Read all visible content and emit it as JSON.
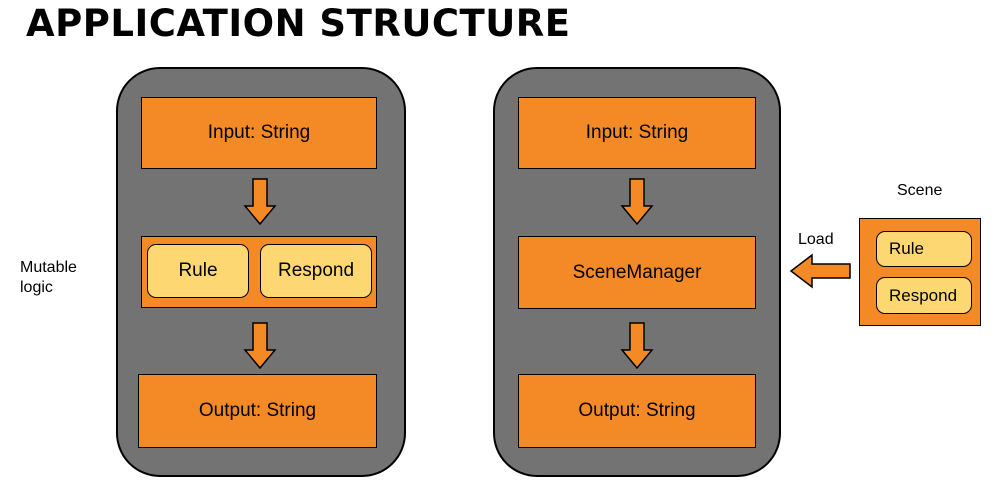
{
  "title": "APPLICATION STRUCTURE",
  "colors": {
    "panel": "#737373",
    "box": "#f48a26",
    "inner_box": "#fdd772",
    "outline": "#000000"
  },
  "left_panel": {
    "input_label": "Input: String",
    "rule_label": "Rule",
    "respond_label": "Respond",
    "output_label": "Output: String",
    "side_label_line1": "Mutable",
    "side_label_line2": "logic"
  },
  "right_panel": {
    "input_label": "Input: String",
    "scene_manager_label": "SceneManager",
    "output_label": "Output: String"
  },
  "scene": {
    "title": "Scene",
    "rule_label": "Rule",
    "respond_label": "Respond",
    "load_label": "Load"
  }
}
